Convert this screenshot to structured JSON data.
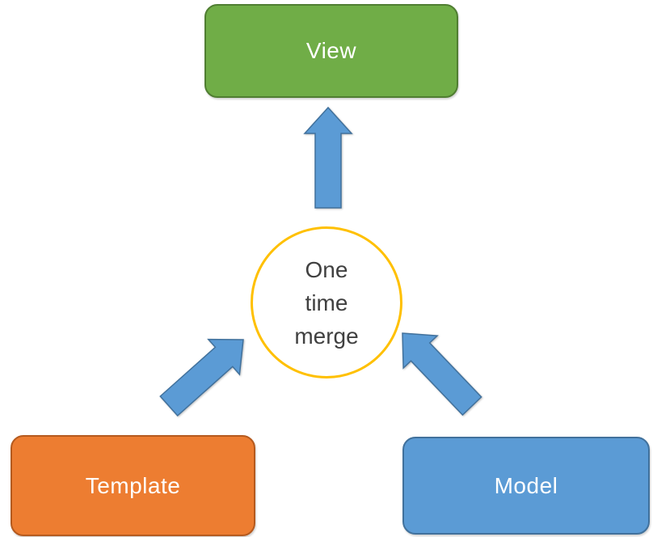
{
  "diagram": {
    "background_color": "#FFFFFF",
    "nodes": {
      "view": {
        "label": "View",
        "shape": "rounded-rectangle",
        "fill": "#70AD47",
        "border": "#507E32",
        "text_color": "#FFFFFF"
      },
      "template": {
        "label": "Template",
        "shape": "rounded-rectangle",
        "fill": "#ED7D31",
        "border": "#B55A1E",
        "text_color": "#FFFFFF"
      },
      "model": {
        "label": "Model",
        "shape": "rounded-rectangle",
        "fill": "#5B9BD5",
        "border": "#41719C",
        "text_color": "#FFFFFF"
      },
      "merge": {
        "label": "One time merge",
        "lines": [
          "One",
          "time",
          "merge"
        ],
        "shape": "circle",
        "fill": "#FFFFFF",
        "border": "#FFC000",
        "text_color": "#404040"
      }
    },
    "arrows": {
      "fill": "#5B9BD5",
      "stroke": "#41719C",
      "edges": [
        {
          "from": "merge",
          "to": "view",
          "direction": "up"
        },
        {
          "from": "template",
          "to": "merge",
          "direction": "up-right"
        },
        {
          "from": "model",
          "to": "merge",
          "direction": "up-left"
        }
      ]
    }
  }
}
